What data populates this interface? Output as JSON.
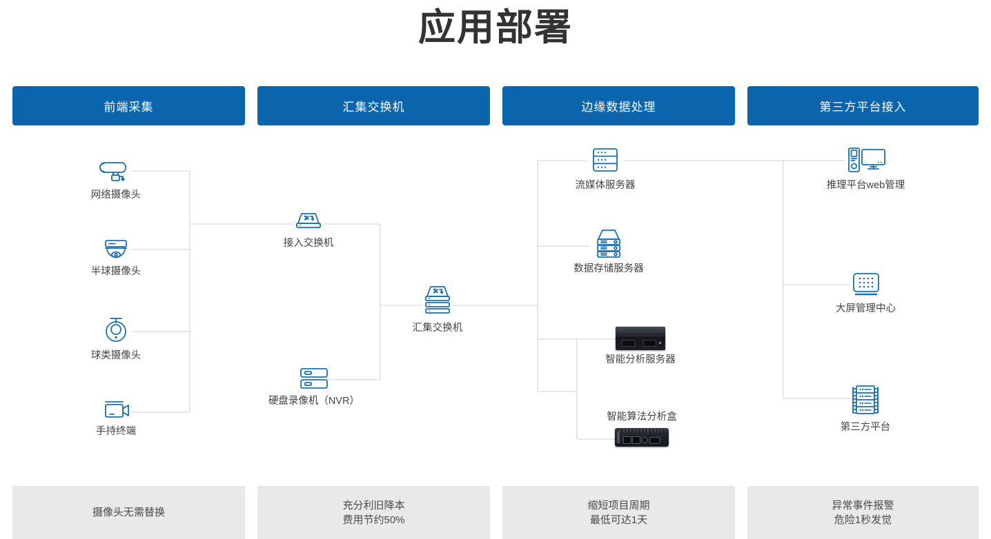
{
  "page": {
    "title": "应用部署"
  },
  "theme": {
    "header_blue": "#0a65ac",
    "icon_blue": "#1a6fb5",
    "line_gray": "#d2d2d2",
    "footer_bg": "#e9e9e9",
    "text_color": "#434343"
  },
  "columns": [
    {
      "id": "front-end-collection",
      "header": "前端采集",
      "footer": [
        "摄像头无需替换"
      ],
      "nodes": [
        {
          "id": "network-camera",
          "label": "网络摄像头",
          "icon": "bullet-camera-icon"
        },
        {
          "id": "dome-camera",
          "label": "半球摄像头",
          "icon": "dome-camera-icon"
        },
        {
          "id": "ptz-camera",
          "label": "球类摄像头",
          "icon": "ptz-camera-icon"
        },
        {
          "id": "handheld-terminal",
          "label": "手持终端",
          "icon": "camcorder-icon"
        }
      ]
    },
    {
      "id": "aggregation-switch",
      "header": "汇集交换机",
      "footer": [
        "充分利旧降本",
        "费用节约50%"
      ],
      "nodes": [
        {
          "id": "access-switch",
          "label": "接入交换机",
          "icon": "switch-icon"
        },
        {
          "id": "nvr",
          "label": "硬盘录像机（NVR）",
          "icon": "nvr-icon"
        },
        {
          "id": "aggregation-switch-device",
          "label": "汇集交换机",
          "icon": "stacked-switch-icon"
        }
      ]
    },
    {
      "id": "edge-data-processing",
      "header": "边缘数据处理",
      "footer": [
        "缩短项目周期",
        "最低可达1天"
      ],
      "nodes": [
        {
          "id": "streaming-media-server",
          "label": "流媒体服务器",
          "icon": "rack-server-icon"
        },
        {
          "id": "data-storage-server",
          "label": "数据存储服务器",
          "icon": "storage-server-icon"
        },
        {
          "id": "ai-analysis-server",
          "label": "智能分析服务器",
          "icon": "hardware-server-photo"
        },
        {
          "id": "ai-algorithm-box",
          "label": "智能算法分析盒",
          "icon": "hardware-box-photo"
        }
      ]
    },
    {
      "id": "third-party-platform-access",
      "header": "第三方平台接入",
      "footer": [
        "异常事件报警",
        "危险1秒发觉"
      ],
      "nodes": [
        {
          "id": "inference-platform-web",
          "label": "推理平台web管理",
          "icon": "desktop-pc-icon"
        },
        {
          "id": "video-wall-center",
          "label": "大屏管理中心",
          "icon": "video-wall-icon"
        },
        {
          "id": "third-party-platform",
          "label": "第三方平台",
          "icon": "server-rack-icon"
        }
      ]
    }
  ]
}
